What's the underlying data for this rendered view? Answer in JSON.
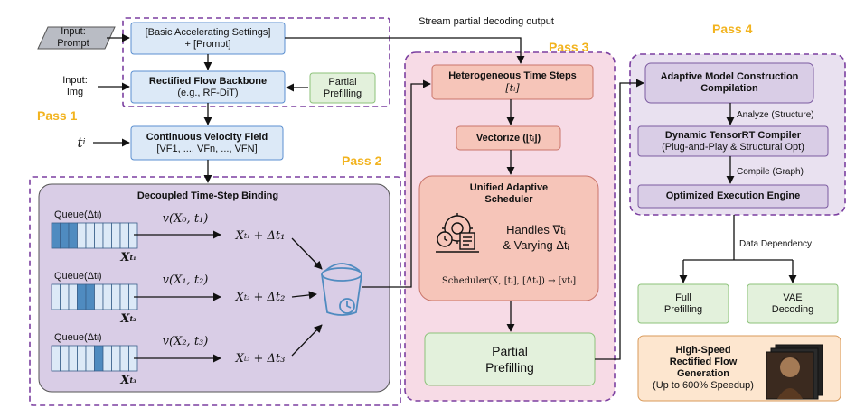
{
  "inputs": {
    "prompt": [
      "Input:",
      "Prompt"
    ],
    "img": [
      "Input:",
      "Img"
    ],
    "t_i": "t",
    "t_i_sub": "i"
  },
  "pass1": {
    "label": "Pass 1",
    "basic_settings": [
      "[Basic Accelerating Settings]",
      "+ [Prompt]"
    ],
    "backbone_title": "Rectified Flow Backbone",
    "backbone_sub": "(e.g., RF-DiT)",
    "partial_prefilling": [
      "Partial",
      "Prefilling"
    ],
    "velocity_title": "Continuous Velocity Field",
    "velocity_sub": "[VF1, ..., VFn, ..., VFN]"
  },
  "stream_label": "Stream partial decoding output",
  "pass2": {
    "label": "Pass 2",
    "title": "Decoupled Time-Step Binding",
    "rows": [
      {
        "queue": "Queue(Δt",
        "v": "v(X₀, t₁)",
        "x": "X",
        "xsub": "t₁",
        "result": "X",
        "rsub": "t₁",
        "rtail": " + Δt₁"
      },
      {
        "queue": "Queue(Δt",
        "v": "v(X₁, t₂)",
        "x": "X",
        "xsub": "t₂",
        "result": "X",
        "rsub": "t₂",
        "rtail": " + Δt₂"
      },
      {
        "queue": "Queue(Δt",
        "v": "v(X₂, t₃)",
        "x": "X",
        "xsub": "t₃",
        "result": "X",
        "rsub": "t₃",
        "rtail": " + Δt₃"
      }
    ],
    "highlighted_cells": [
      [
        0,
        1,
        2
      ],
      [
        3,
        4
      ],
      [
        5
      ]
    ]
  },
  "pass3": {
    "label": "Pass 3",
    "hetero_title": "Heterogeneous Time Steps",
    "hetero_sub": "[tᵢ]",
    "vectorize": "Vectorize ([tᵢ])",
    "scheduler_title": [
      "Unified Adaptive",
      "Scheduler"
    ],
    "handles": [
      "Handles ∇tᵢ",
      "& Varying Δtᵢ"
    ],
    "formula": "Scheduler(X, [tᵢ], [Δtᵢ]) → [vtᵢ]",
    "partial_prefilling": [
      "Partial",
      "Prefilling"
    ]
  },
  "pass4": {
    "label": "Pass 4",
    "model_construction": [
      "Adaptive Model Construction",
      "Compilation"
    ],
    "analyze": "Analyze (Structure)",
    "compiler_title": "Dynamic TensorRT Compiler",
    "compiler_sub": "(Plug-and-Play & Structural Opt)",
    "compile": "Compile (Graph)",
    "engine": "Optimized Execution Engine",
    "data_dependency": "Data Dependency",
    "full_prefilling": [
      "Full",
      "Prefilling"
    ],
    "vae_decoding": [
      "VAE",
      "Decoding"
    ],
    "output": [
      "High-Speed",
      "Rectified Flow",
      "Generation",
      "(Up to 600% Speedup)"
    ]
  },
  "colors": {
    "blue_fill": "#dce9f7",
    "blue_stroke": "#5b8fd0",
    "green_fill": "#e3f1dc",
    "green_stroke": "#8cc27a",
    "pink_region": "#f7dbe6",
    "salmon": "#f6c5b9",
    "purple_region": "#e9e1f0",
    "purple_box": "#d9cde6",
    "pass_label": "#f2b31e",
    "dashed_border": "#7b3fa0",
    "queue_cell": "#4f8bc0",
    "orange_fill": "#fde6cf"
  }
}
